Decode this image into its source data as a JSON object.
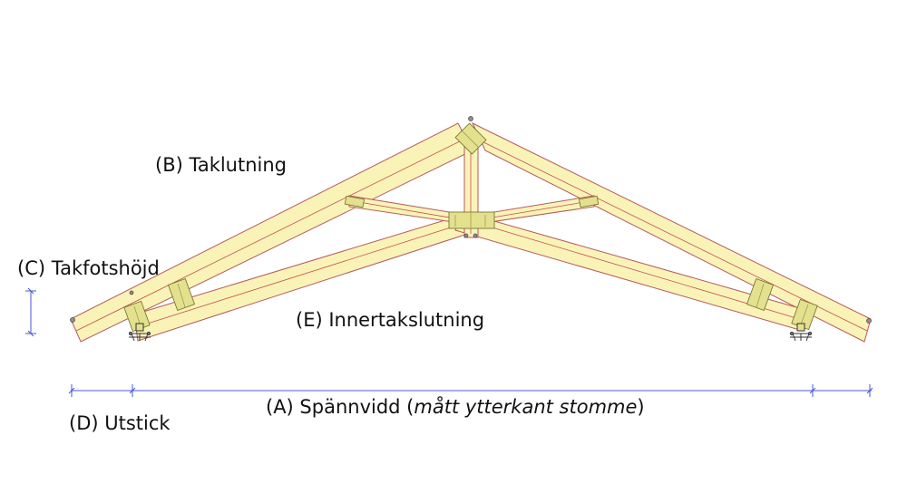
{
  "labels": {
    "taklutning": "(B) Taklutning",
    "takfotshojd": "(C) Takfotshöjd",
    "innertakslutning": "(E) Innertakslutning",
    "spannvidd_prefix": "(A) Spännvidd (",
    "spannvidd_italic": "mått ytterkant stomme",
    "spannvidd_suffix": ")",
    "utstick": "(D) Utstick"
  },
  "colors": {
    "timber_fill": "#faf3b8",
    "timber_edge": "#b55a5a",
    "plate_fill": "#e3e08e",
    "plate_edge": "#6b6b2a",
    "dimension_line": "#4b55d6",
    "support": "#333333"
  }
}
